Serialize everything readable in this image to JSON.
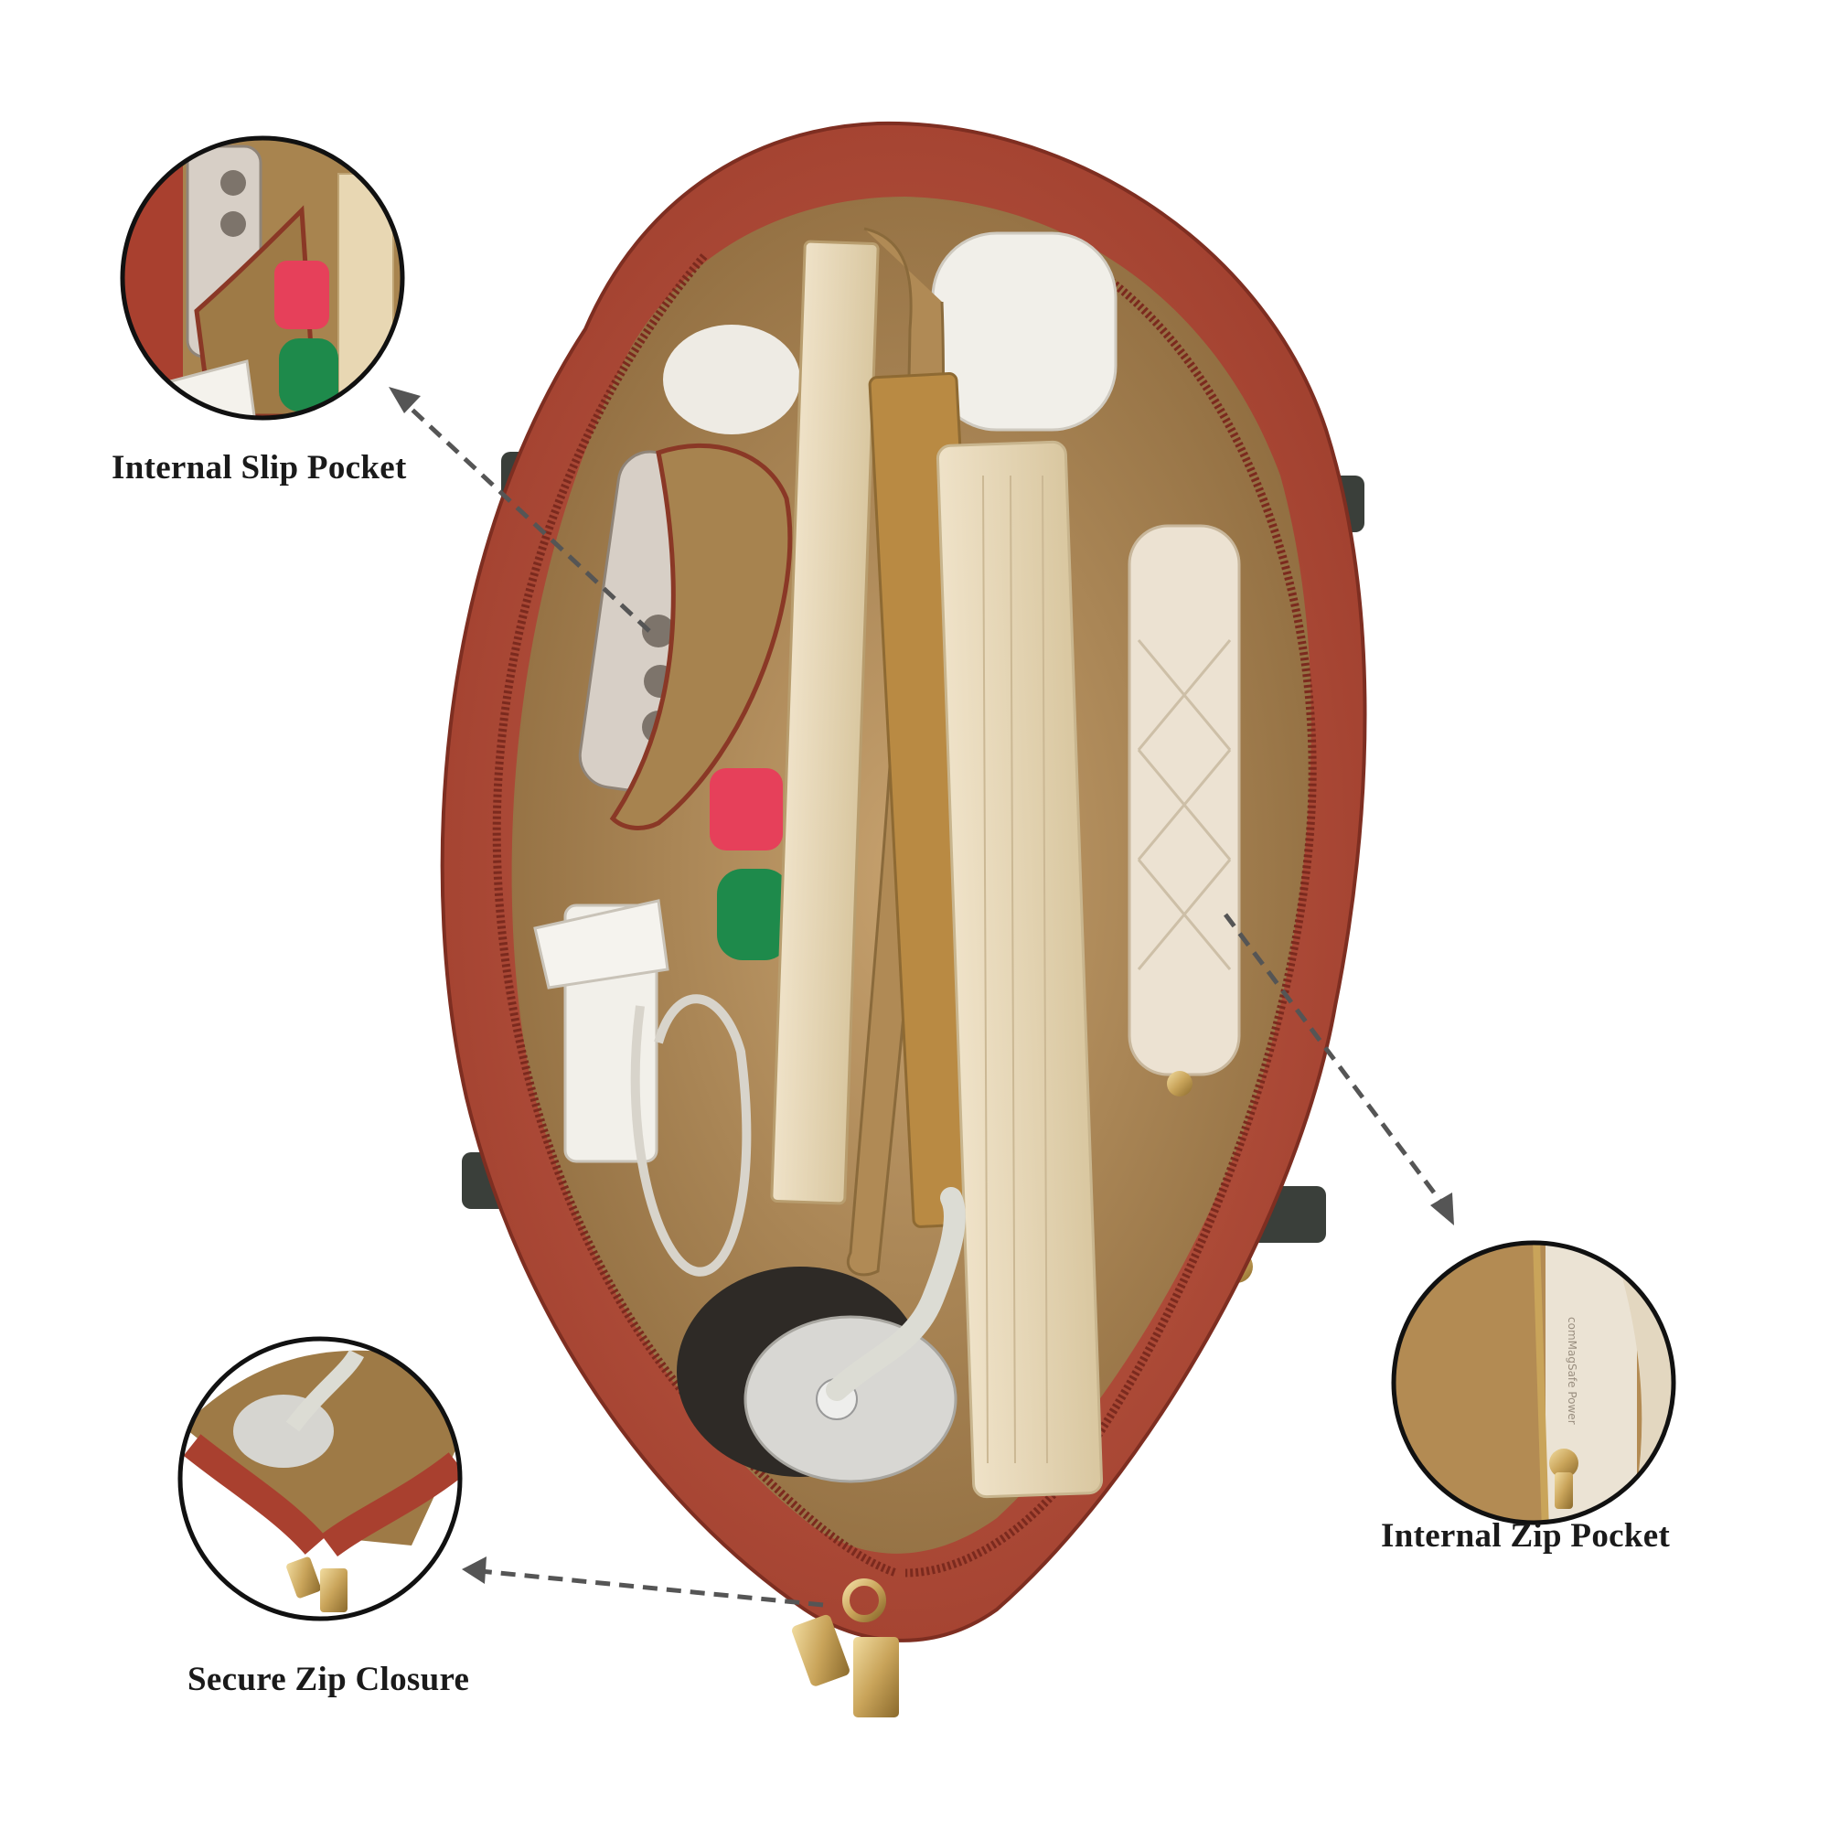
{
  "callouts": {
    "slip_pocket": {
      "label": "Internal Slip Pocket"
    },
    "zip_pocket": {
      "label": "Internal Zip Pocket"
    },
    "zip_closure": {
      "label": "Secure Zip Closure"
    }
  },
  "colors": {
    "background": "#ffffff",
    "leather": "#b5503c",
    "leather_dark": "#8e3526",
    "lining": "#b8925e",
    "tab": "#3a3f3a",
    "hardware": "#c9a45a",
    "arrow": "#555555"
  }
}
